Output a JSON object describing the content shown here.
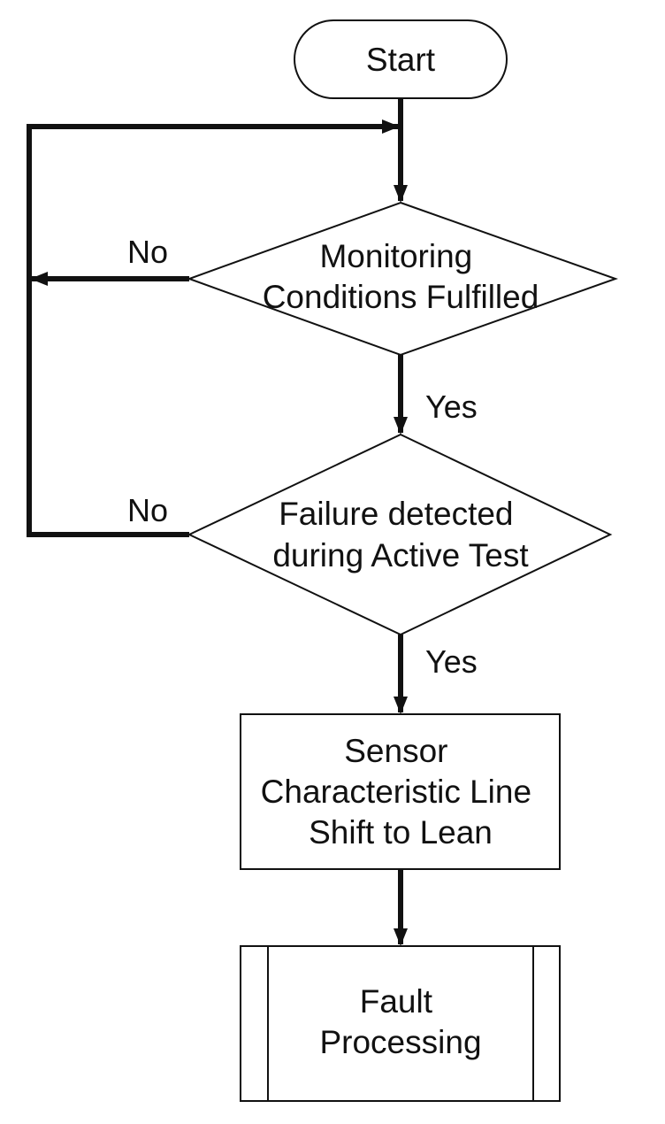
{
  "colors": {
    "stroke": "#111111",
    "fill": "#ffffff",
    "text": "#111111"
  },
  "nodes": {
    "start": {
      "shape": "terminator",
      "label": "Start"
    },
    "monitoring": {
      "shape": "decision",
      "lines": [
        "Monitoring",
        "Conditions Fulfilled"
      ]
    },
    "failure": {
      "shape": "decision",
      "lines": [
        "Failure detected",
        "during Active Test"
      ]
    },
    "sensor": {
      "shape": "process",
      "lines": [
        "Sensor",
        "Characteristic Line",
        "Shift to Lean"
      ]
    },
    "fault": {
      "shape": "predefined-process",
      "lines": [
        "Fault",
        "Processing"
      ]
    }
  },
  "edges": {
    "monitoring_no": "No",
    "monitoring_yes": "Yes",
    "failure_no": "No",
    "failure_yes": "Yes"
  }
}
